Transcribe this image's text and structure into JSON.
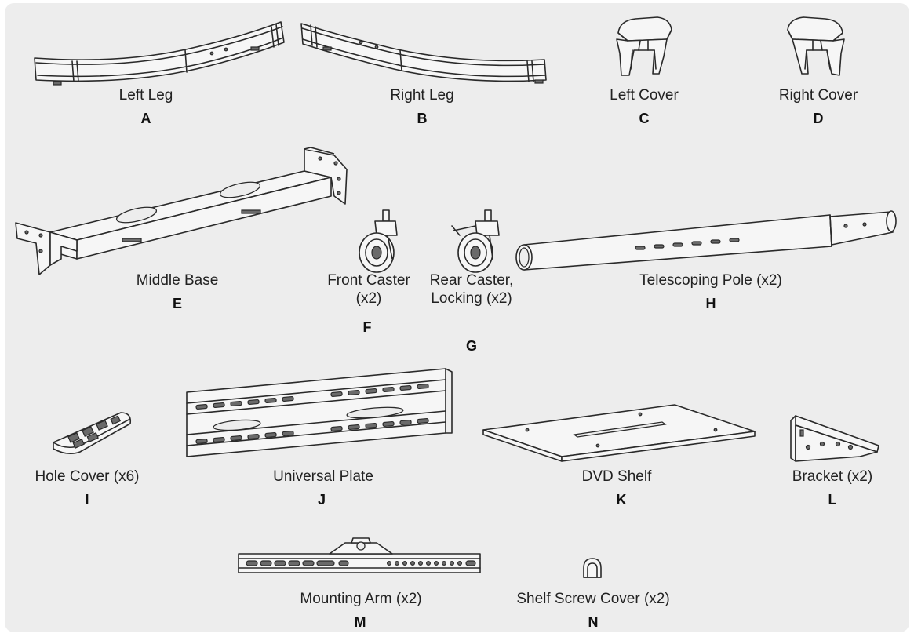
{
  "parts": [
    {
      "id": "A",
      "name": "Left Leg",
      "icon": "left-leg-icon"
    },
    {
      "id": "B",
      "name": "Right Leg",
      "icon": "right-leg-icon"
    },
    {
      "id": "C",
      "name": "Left Cover",
      "icon": "left-cover-icon"
    },
    {
      "id": "D",
      "name": "Right Cover",
      "icon": "right-cover-icon"
    },
    {
      "id": "E",
      "name": "Middle Base",
      "icon": "middle-base-icon"
    },
    {
      "id": "F",
      "name": "Front Caster (x2)",
      "icon": "front-caster-icon"
    },
    {
      "id": "G",
      "name": "Rear Caster, Locking (x2)",
      "icon": "rear-caster-icon"
    },
    {
      "id": "H",
      "name": "Telescoping Pole (x2)",
      "icon": "telescoping-pole-icon"
    },
    {
      "id": "I",
      "name": "Hole Cover (x6)",
      "icon": "hole-cover-icon"
    },
    {
      "id": "J",
      "name": "Universal Plate",
      "icon": "universal-plate-icon"
    },
    {
      "id": "K",
      "name": "DVD Shelf",
      "icon": "dvd-shelf-icon"
    },
    {
      "id": "L",
      "name": "Bracket (x2)",
      "icon": "bracket-icon"
    },
    {
      "id": "M",
      "name": "Mounting Arm (x2)",
      "icon": "mounting-arm-icon"
    },
    {
      "id": "N",
      "name": "Shelf Screw Cover (x2)",
      "icon": "shelf-screw-cover-icon"
    }
  ]
}
